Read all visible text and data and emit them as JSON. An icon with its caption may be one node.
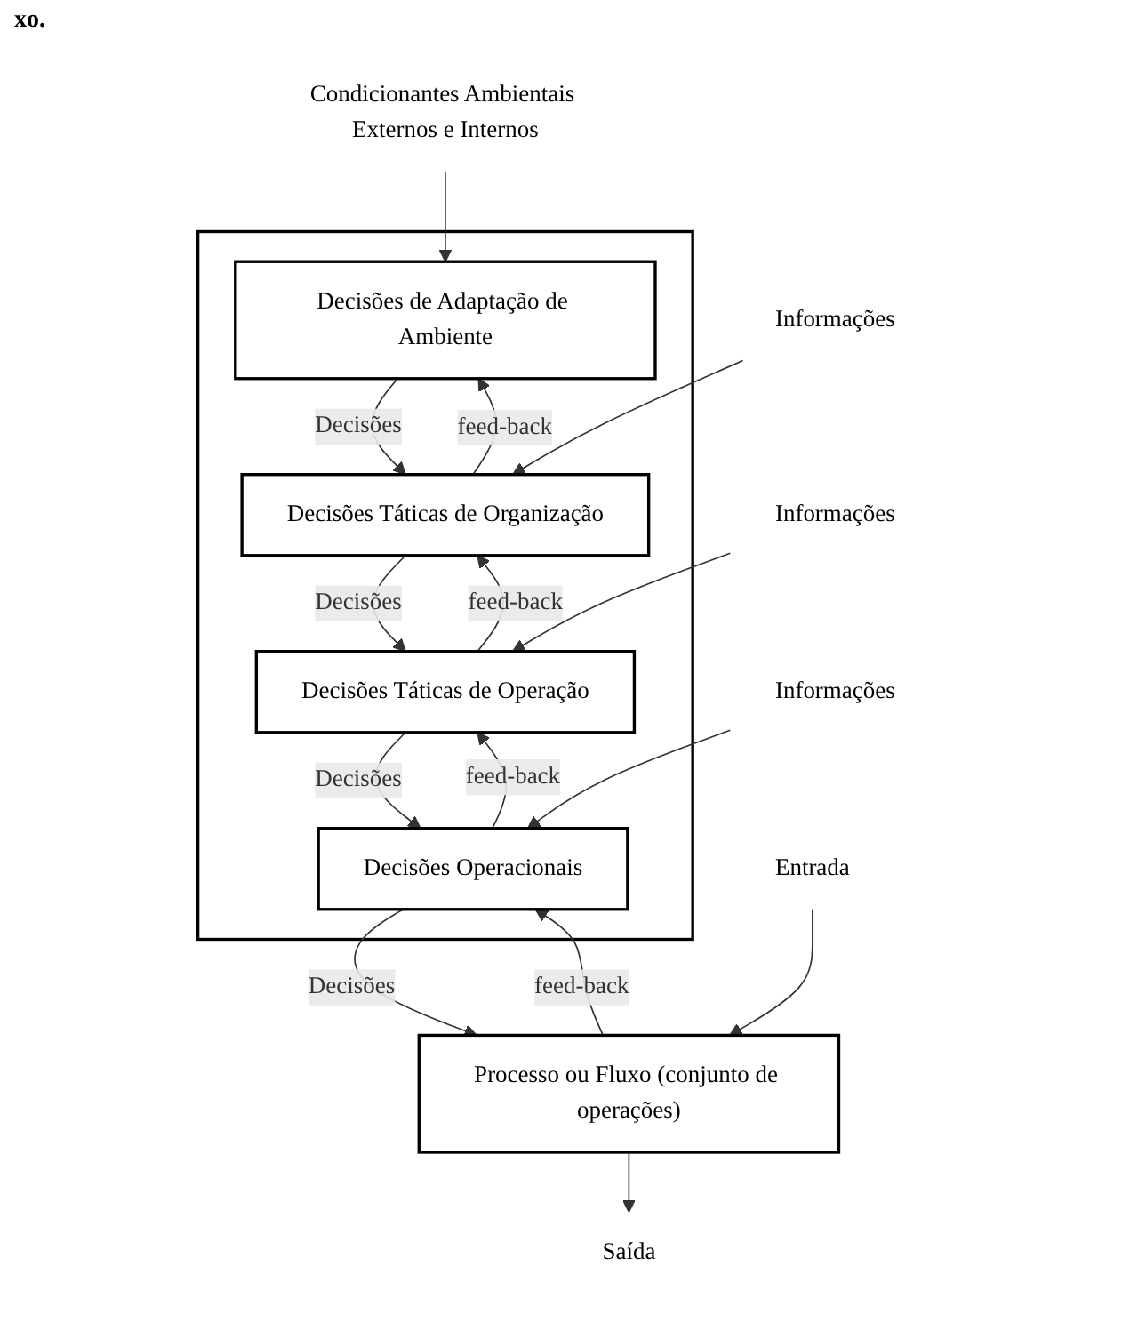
{
  "diagram": {
    "nodes": [
      {
        "text": [],
        "shape": "box"
      },
      {
        "text": [
          "Condicionantes Ambientais Externos e Internos"
        ]
      },
      {
        "text": [
          "Decisões de Adaptação de Ambiente"
        ],
        "in": 0
      },
      {
        "text": [
          "Informações"
        ]
      },
      {
        "text": [
          "Decisões Táticas de Organização"
        ],
        "in": 0
      },
      {
        "text": [
          "Informações"
        ]
      },
      {
        "text": [
          "Decisões Táticas de Operação"
        ],
        "in": 0
      },
      {
        "text": [
          "Informações"
        ]
      },
      {
        "text": [
          "Decisões Operacionais"
        ],
        "in": 0
      },
      {
        "text": [
          "Entrada"
        ]
      },
      {
        "text": [
          "Processo ou Fluxo (conjunto de operações)"
        ]
      },
      {
        "text": [
          "Saída"
        ]
      }
    ],
    "edges": [
      {
        "from": 1,
        "to": 2,
        "arrow": "to"
      },
      {
        "from": 2,
        "to": 4,
        "arrow": "to",
        "label": "Decisões"
      },
      {
        "from": 4,
        "to": 2,
        "arrow": "to",
        "label": "feed-back"
      },
      {
        "from": 3,
        "to": 4,
        "arrow": "to"
      },
      {
        "from": 4,
        "to": 6,
        "arrow": "to",
        "label": "Decisões"
      },
      {
        "from": 6,
        "to": 4,
        "arrow": "to",
        "label": "feed-back"
      },
      {
        "from": 5,
        "to": 6,
        "arrow": "to"
      },
      {
        "from": 6,
        "to": 8,
        "arrow": "to",
        "label": "Decisões"
      },
      {
        "from": 8,
        "to": 6,
        "arrow": "to",
        "label": "feed-back"
      },
      {
        "from": 7,
        "to": 8,
        "arrow": "to"
      },
      {
        "from": 8,
        "to": 10,
        "arrow": "to",
        "label": "Decisões"
      },
      {
        "from": 10,
        "to": 8,
        "arrow": "to",
        "label": "feed-back"
      },
      {
        "from": 9,
        "to": 10,
        "arrow": "to"
      },
      {
        "from": 10,
        "to": 11,
        "arrow": "to"
      }
    ],
    "labels": [
      "xo."
    ]
  }
}
